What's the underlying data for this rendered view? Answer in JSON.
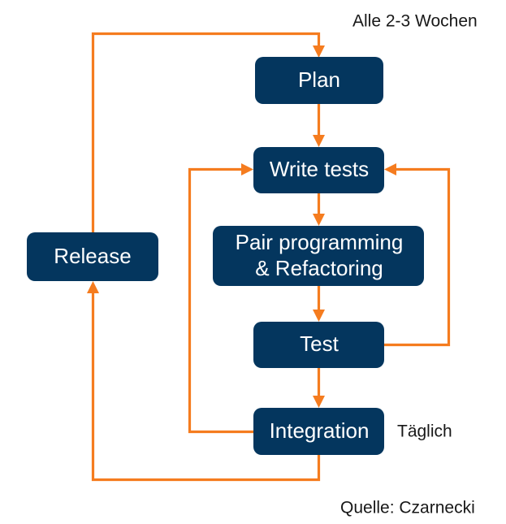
{
  "diagram": {
    "title": "Alle 2-3 Wochen",
    "source_note": "Quelle: Czarnecki",
    "colors": {
      "node_fill": "#04365e",
      "node_text": "#ffffff",
      "connector": "#f57c1f",
      "annotation_text": "#181818",
      "background": "#ffffff"
    },
    "annotations": [
      {
        "id": "cycle-weeks",
        "text": "Alle 2-3 Wochen"
      },
      {
        "id": "cycle-daily",
        "text": "Täglich"
      },
      {
        "id": "source",
        "text": "Quelle: Czarnecki"
      }
    ],
    "nodes": [
      {
        "id": "plan",
        "label": "Plan",
        "lines": [
          "Plan"
        ]
      },
      {
        "id": "write-tests",
        "label": "Write tests",
        "lines": [
          "Write tests"
        ]
      },
      {
        "id": "pair-programming",
        "label": "Pair programming & Refactoring",
        "lines": [
          "Pair programming",
          "& Refactoring"
        ]
      },
      {
        "id": "test",
        "label": "Test",
        "lines": [
          "Test"
        ]
      },
      {
        "id": "integration",
        "label": "Integration",
        "lines": [
          "Integration"
        ]
      },
      {
        "id": "release",
        "label": "Release",
        "lines": [
          "Release"
        ]
      }
    ],
    "edges": [
      {
        "id": "plan-to-write-tests",
        "from": "plan",
        "to": "write-tests"
      },
      {
        "id": "write-tests-to-pair",
        "from": "write-tests",
        "to": "pair-programming"
      },
      {
        "id": "pair-to-test",
        "from": "pair-programming",
        "to": "test"
      },
      {
        "id": "test-to-integration",
        "from": "test",
        "to": "integration"
      },
      {
        "id": "test-to-write-tests",
        "from": "test",
        "to": "write-tests"
      },
      {
        "id": "integration-to-write-tests",
        "from": "integration",
        "to": "write-tests"
      },
      {
        "id": "integration-to-release",
        "from": "integration",
        "to": "release"
      },
      {
        "id": "release-to-plan",
        "from": "release",
        "to": "plan"
      }
    ]
  }
}
